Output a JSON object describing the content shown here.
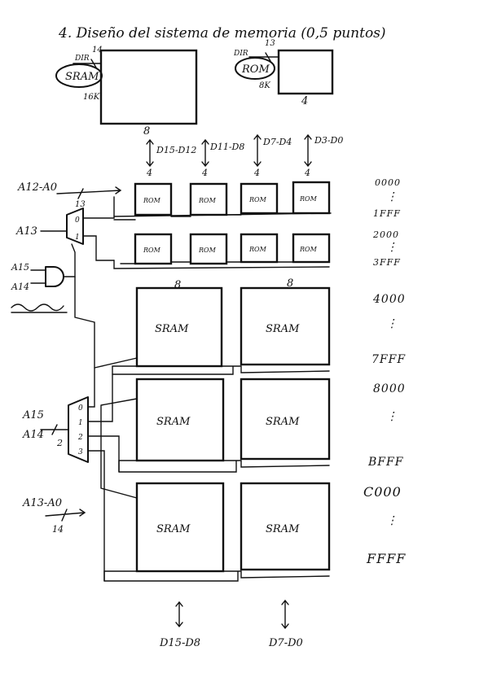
{
  "title": "4. Diseño del sistema de memoria (0,5 puntos)",
  "legend_sram": {
    "label": "SRAM",
    "dir": "DIR",
    "addr_bits": "14",
    "size": "16K",
    "width": "8"
  },
  "legend_rom": {
    "label": "ROM",
    "dir": "DIR",
    "addr_bits": "13",
    "size": "8K",
    "width": "4"
  },
  "data_buses_top": [
    "D15-D12",
    "D11-D8",
    "D7-D4",
    "D3-D0"
  ],
  "bus_width_top": "4",
  "left_labels": {
    "a12_a0": "A12-A0",
    "bits_13": "13",
    "a13": "A13",
    "a15": "A15",
    "a14": "A14",
    "a15_b": "A15",
    "a14_b": "A14",
    "bits_2": "2",
    "a13_a0": "A13-A0",
    "bits_14": "14",
    "decoder1_out0": "0",
    "decoder1_out1": "1",
    "decoder2_out0": "0",
    "decoder2_out1": "1",
    "decoder2_out2": "2",
    "decoder2_out3": "3"
  },
  "rom_chip_label": "ROM",
  "sram_chip_label": "SRAM",
  "sram_width_labels": [
    "8",
    "8"
  ],
  "address_map": [
    {
      "start": "0000",
      "mid": "⋮",
      "end": "1FFF"
    },
    {
      "start": "2000",
      "mid": "⋮",
      "end": "3FFF"
    },
    {
      "start": "4000",
      "mid": "⋮",
      "end": "7FFF"
    },
    {
      "start": "8000",
      "mid": "⋮",
      "end": "BFFF"
    },
    {
      "start": "C000",
      "mid": "⋮",
      "end": "FFFF"
    }
  ],
  "data_buses_bottom": [
    "D15-D8",
    "D7-D0"
  ]
}
